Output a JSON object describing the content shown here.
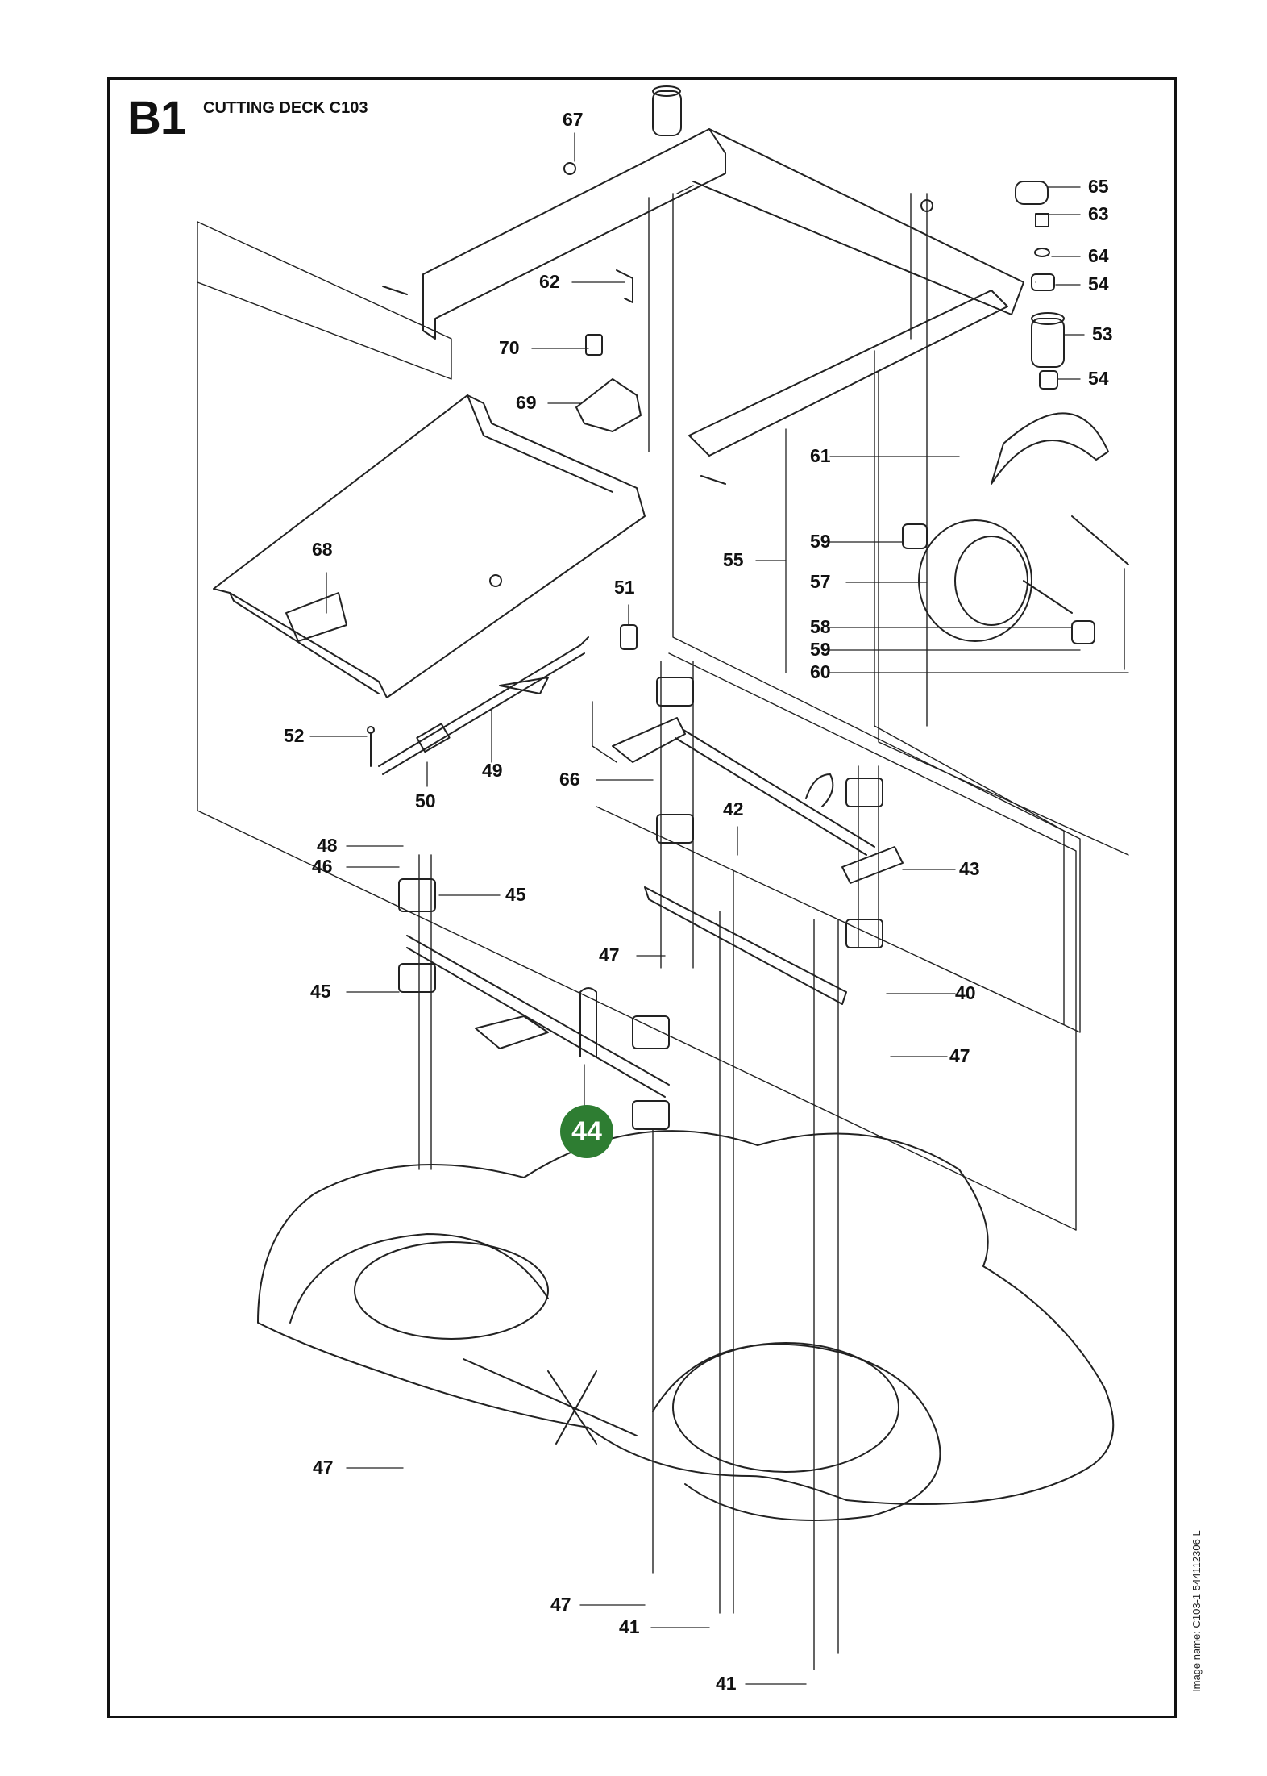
{
  "header": {
    "section_code": "B1",
    "title": "CUTTING DECK C103"
  },
  "side_note": "Image name: C103-1 544112306 L",
  "highlight": {
    "number": "44",
    "color": "#2e7d32"
  },
  "callouts": [
    {
      "id": "c67",
      "text": "67"
    },
    {
      "id": "c65",
      "text": "65"
    },
    {
      "id": "c63",
      "text": "63"
    },
    {
      "id": "c64",
      "text": "64"
    },
    {
      "id": "c54a",
      "text": "54"
    },
    {
      "id": "c53",
      "text": "53"
    },
    {
      "id": "c54b",
      "text": "54"
    },
    {
      "id": "c62",
      "text": "62"
    },
    {
      "id": "c70",
      "text": "70"
    },
    {
      "id": "c69",
      "text": "69"
    },
    {
      "id": "c61",
      "text": "61"
    },
    {
      "id": "c59a",
      "text": "59"
    },
    {
      "id": "c55",
      "text": "55"
    },
    {
      "id": "c57",
      "text": "57"
    },
    {
      "id": "c58",
      "text": "58"
    },
    {
      "id": "c59b",
      "text": "59"
    },
    {
      "id": "c60",
      "text": "60"
    },
    {
      "id": "c68",
      "text": "68"
    },
    {
      "id": "c51",
      "text": "51"
    },
    {
      "id": "c52",
      "text": "52"
    },
    {
      "id": "c50",
      "text": "50"
    },
    {
      "id": "c49",
      "text": "49"
    },
    {
      "id": "c66",
      "text": "66"
    },
    {
      "id": "c42",
      "text": "42"
    },
    {
      "id": "c48",
      "text": "48"
    },
    {
      "id": "c46",
      "text": "46"
    },
    {
      "id": "c45a",
      "text": "45"
    },
    {
      "id": "c43",
      "text": "43"
    },
    {
      "id": "c47a",
      "text": "47"
    },
    {
      "id": "c45b",
      "text": "45"
    },
    {
      "id": "c40",
      "text": "40"
    },
    {
      "id": "c47b",
      "text": "47"
    },
    {
      "id": "c47c",
      "text": "47"
    },
    {
      "id": "c47d",
      "text": "47"
    },
    {
      "id": "c41a",
      "text": "41"
    },
    {
      "id": "c41b",
      "text": "41"
    }
  ]
}
